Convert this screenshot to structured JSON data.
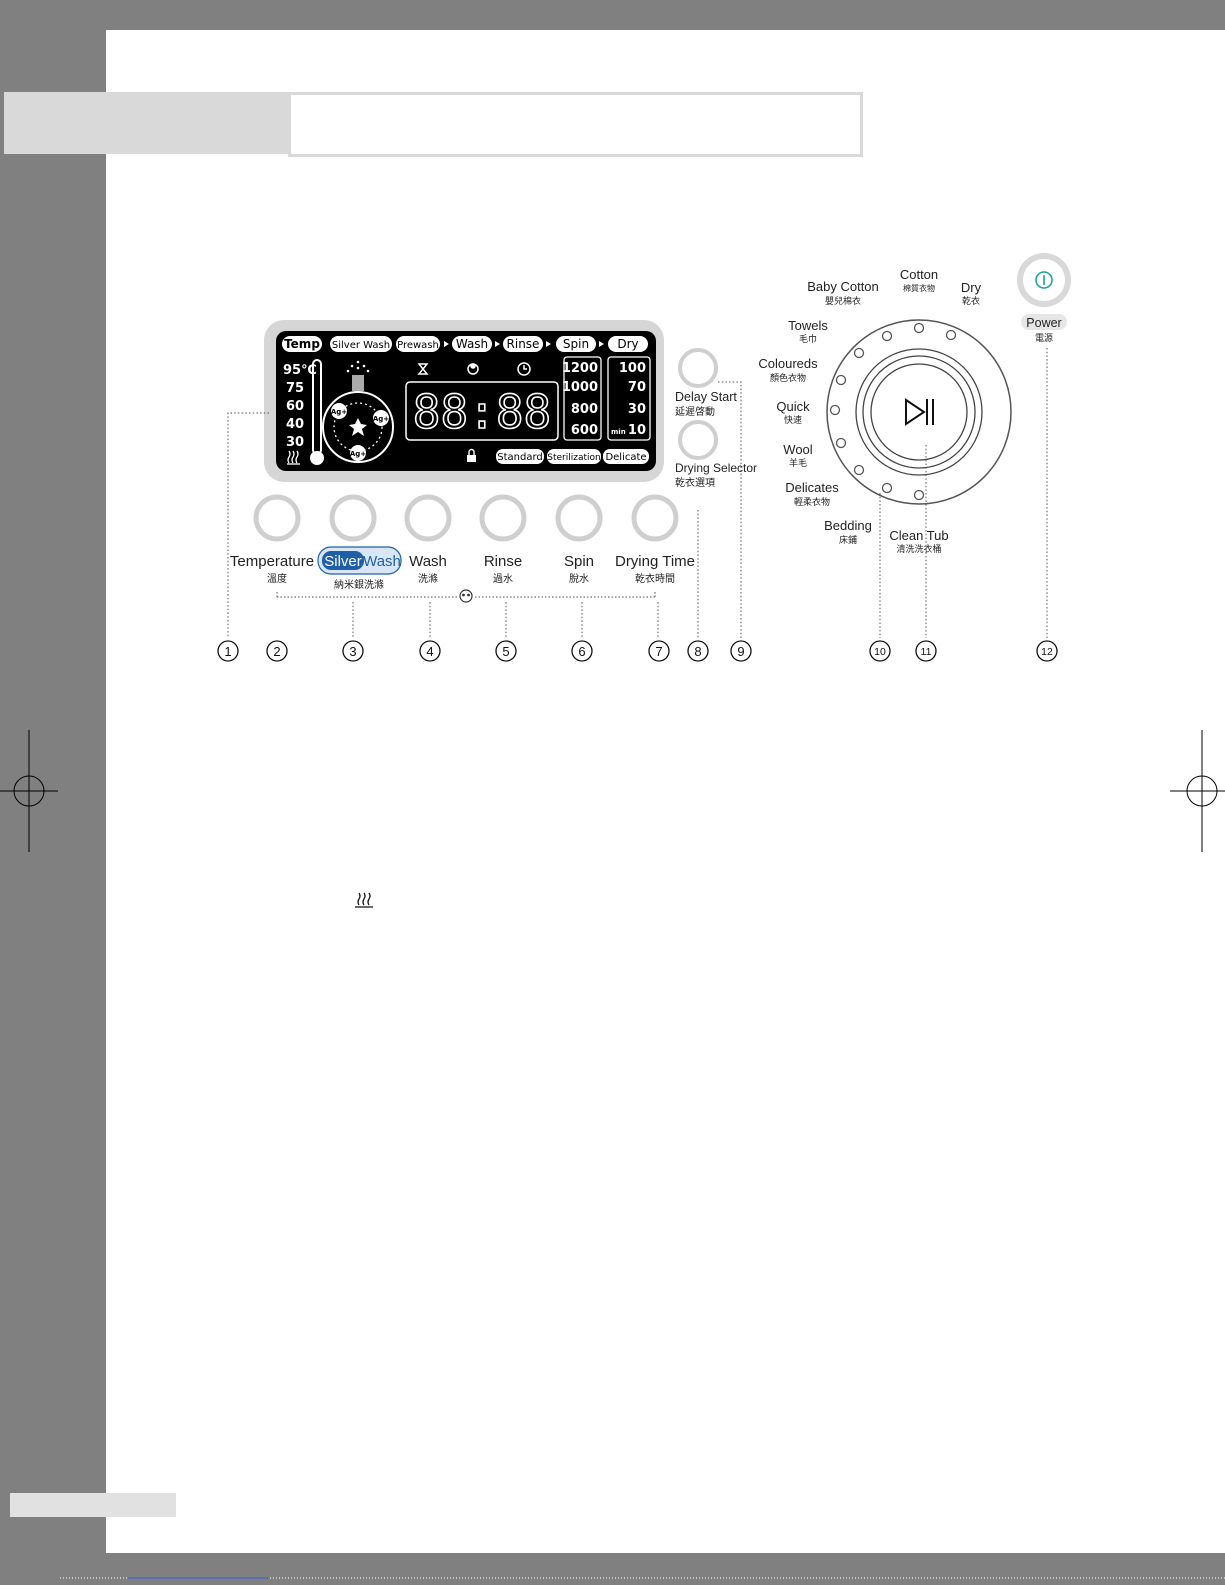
{
  "display": {
    "status_labels": [
      "Temp",
      "Silver Wash",
      "Prewash",
      "Wash",
      "Rinse",
      "Spin",
      "Dry"
    ],
    "temperatures": [
      "95℃",
      "75",
      "60",
      "40",
      "30"
    ],
    "silver_badge": "Ag+",
    "digits": "88:88",
    "spin_speeds": [
      "1200",
      "1000",
      "800",
      "600"
    ],
    "dry_times": [
      "100",
      "70",
      "30",
      "10"
    ],
    "min_label": "min",
    "dry_modes": [
      "Standard",
      "Sterilization",
      "Delicate"
    ]
  },
  "buttons": [
    {
      "label": "Temperature",
      "sub": "溫度"
    },
    {
      "label_a": "Silver",
      "label_b": "Wash",
      "sub": "納米銀洗滌"
    },
    {
      "label": "Wash",
      "sub": "洗滌"
    },
    {
      "label": "Rinse",
      "sub": "過水"
    },
    {
      "label": "Spin",
      "sub": "脫水"
    },
    {
      "label": "Drying Time",
      "sub": "乾衣時間"
    }
  ],
  "side_buttons": [
    {
      "label": "Delay Start",
      "sub": "延遲啓動"
    },
    {
      "label": "Drying Selector",
      "sub": "乾衣選項"
    }
  ],
  "programs": [
    {
      "label": "Baby Cotton",
      "sub": "嬰兒棉衣"
    },
    {
      "label": "Cotton",
      "sub": "棉質衣物"
    },
    {
      "label": "Dry",
      "sub": "乾衣"
    },
    {
      "label": "Towels",
      "sub": "毛巾"
    },
    {
      "label": "Coloureds",
      "sub": "顏色衣物"
    },
    {
      "label": "Quick",
      "sub": "快速"
    },
    {
      "label": "Wool",
      "sub": "羊毛"
    },
    {
      "label": "Delicates",
      "sub": "輕柔衣物"
    },
    {
      "label": "Bedding",
      "sub": "床鋪"
    },
    {
      "label": "Clean Tub",
      "sub": "清洗洗衣桶"
    }
  ],
  "power": {
    "label": "Power",
    "sub": "電源"
  },
  "callouts": [
    "1",
    "2",
    "3",
    "4",
    "5",
    "6",
    "7",
    "8",
    "9",
    "10",
    "11",
    "12"
  ],
  "colors": {
    "display_bg": "#000000",
    "bezel": "#d6d6d6",
    "frame": "#808080",
    "silver_wash": "#1f5fa8",
    "power_icon": "#1aa79a"
  }
}
